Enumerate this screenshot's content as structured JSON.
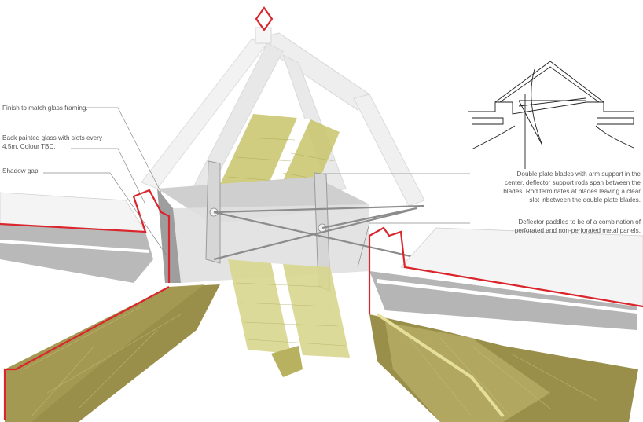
{
  "annotations": {
    "finish": "Finish to match glass framing.",
    "back_painted_glass": "Back painted glass with slots every\n4.5m. Colour TBC.",
    "shadow_gap": "Shadow gap",
    "double_plate_blades": "Double plate blades with arm support in the\ncenter, deflector support rods span between the\nblades. Rod terminates at blades leaving a clear\nslot inbetween the double plate blades.",
    "deflector_paddles": "Deflector paddles to be of a combination of\nperforated and non-perforated metal panels."
  },
  "colors": {
    "edge_highlight": "#d9252b",
    "paddle_fill": "#d8d68e",
    "soffit_fill": "#9a8f4a",
    "frame_fill": "#e8e8e8",
    "roof_panel": "#f2f2f2",
    "roof_side": "#bdbdbd",
    "leader_line": "#8a8a8a"
  }
}
